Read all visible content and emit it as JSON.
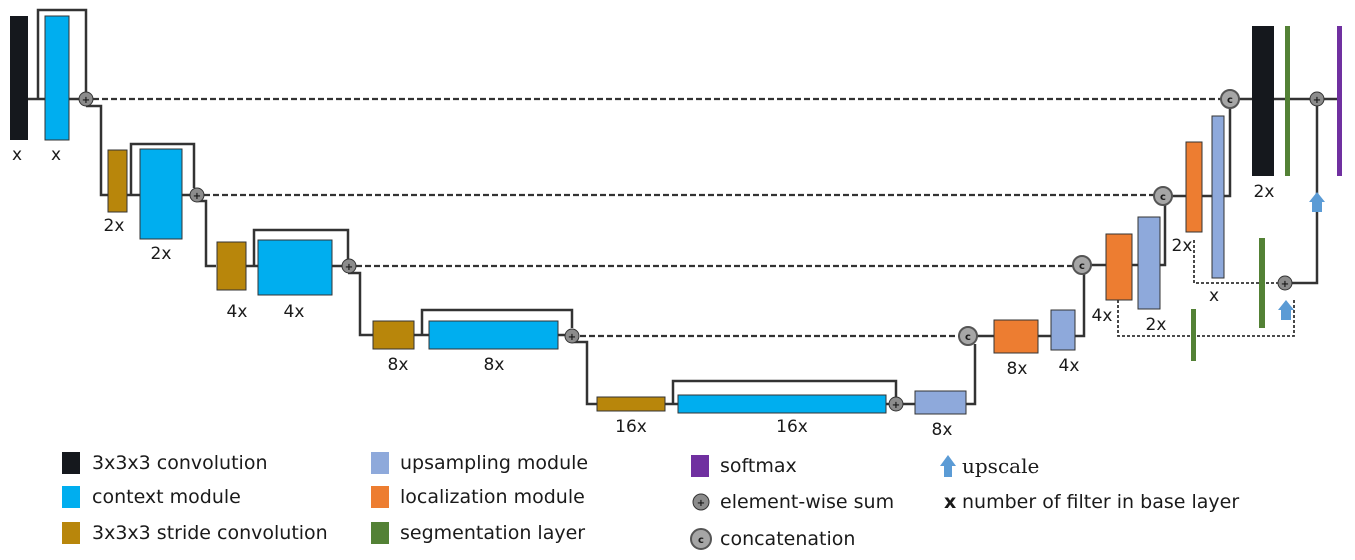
{
  "colors": {
    "conv": "#15181d",
    "context": "#00aeef",
    "stride": "#b8860b",
    "upsampling": "#8ea9db",
    "localization": "#ed7d31",
    "segmentation": "#538135",
    "softmax": "#7030a0",
    "upscale_arrow": "#5b9bd5",
    "line": "#333333",
    "op_fill": "#8c8c8c"
  },
  "labels": {
    "conv_in": "x",
    "ctx1": "x",
    "stride2": "2x",
    "ctx2": "2x",
    "stride3": "4x",
    "ctx3": "4x",
    "stride4": "8x",
    "ctx4": "8x",
    "stride5": "16x",
    "ctx5": "16x",
    "up1": "8x",
    "loc1": "8x",
    "up2": "4x",
    "loc2": "4x",
    "up3": "2x",
    "loc3": "2x",
    "up4": "x",
    "conv_out": "2x"
  },
  "ops": {
    "sum": "+",
    "concat": "c"
  },
  "legend": {
    "conv": "3x3x3 convolution",
    "context": "context module",
    "stride": "3x3x3 stride convolution",
    "upsampling": "upsampling module",
    "localization": "localization module",
    "segmentation": "segmentation layer",
    "softmax": "softmax",
    "sum": "element-wise sum",
    "concat": "concatenation",
    "upscale": "upscale",
    "x_marker": "x",
    "x_desc": "number of filter in base layer"
  }
}
